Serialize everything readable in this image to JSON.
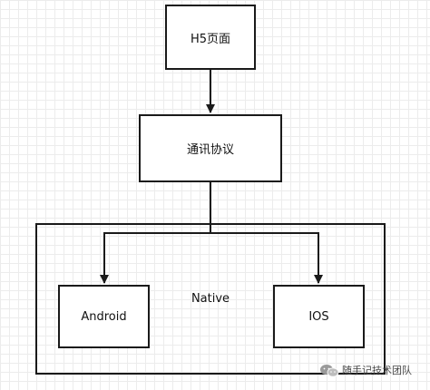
{
  "nodes": {
    "h5": "H5页面",
    "protocol": "通讯协议",
    "native": "Native",
    "android": "Android",
    "ios": "IOS"
  },
  "watermark": {
    "text": "随手记技术团队",
    "icon": "wechat-icon"
  },
  "colors": {
    "stroke": "#1a1a1a",
    "grid": "#ececec",
    "background": "#ffffff"
  }
}
